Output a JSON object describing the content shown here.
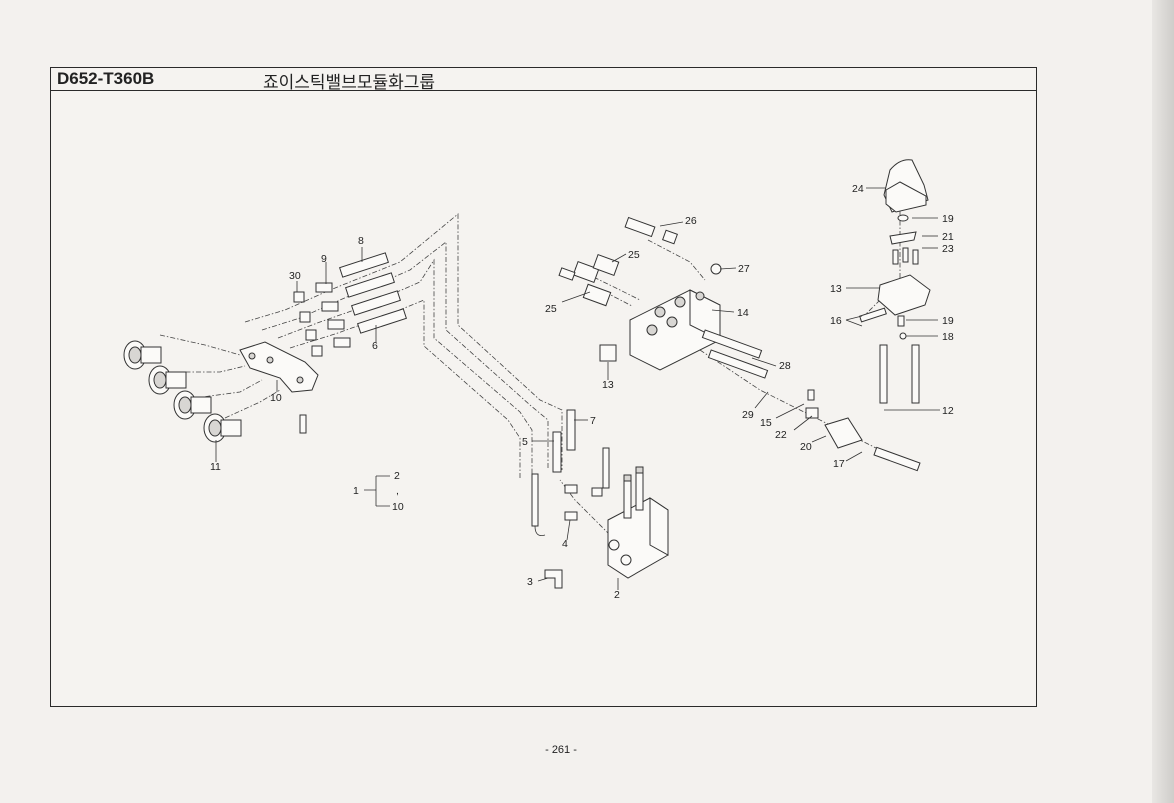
{
  "header": {
    "model_code": "D652-T360B",
    "title": "죠이스틱밸브모듈화그룹"
  },
  "callouts": [
    {
      "id": "c8",
      "label": "8"
    },
    {
      "id": "c9",
      "label": "9"
    },
    {
      "id": "c30",
      "label": "30"
    },
    {
      "id": "c6",
      "label": "6"
    },
    {
      "id": "c10",
      "label": "10"
    },
    {
      "id": "c11",
      "label": "11"
    },
    {
      "id": "c26",
      "label": "26"
    },
    {
      "id": "c25a",
      "label": "25"
    },
    {
      "id": "c27",
      "label": "27"
    },
    {
      "id": "c25b",
      "label": "25"
    },
    {
      "id": "c14",
      "label": "14"
    },
    {
      "id": "c13a",
      "label": "13"
    },
    {
      "id": "c28",
      "label": "28"
    },
    {
      "id": "c29",
      "label": "29"
    },
    {
      "id": "c15",
      "label": "15"
    },
    {
      "id": "c22",
      "label": "22"
    },
    {
      "id": "c20",
      "label": "20"
    },
    {
      "id": "c17",
      "label": "17"
    },
    {
      "id": "c24",
      "label": "24"
    },
    {
      "id": "c19a",
      "label": "19"
    },
    {
      "id": "c21",
      "label": "21"
    },
    {
      "id": "c23",
      "label": "23"
    },
    {
      "id": "c13b",
      "label": "13"
    },
    {
      "id": "c16",
      "label": "16"
    },
    {
      "id": "c19b",
      "label": "19"
    },
    {
      "id": "c18",
      "label": "18"
    },
    {
      "id": "c12",
      "label": "12"
    },
    {
      "id": "c7",
      "label": "7"
    },
    {
      "id": "c5",
      "label": "5"
    },
    {
      "id": "c4",
      "label": "4"
    },
    {
      "id": "c3",
      "label": "3"
    },
    {
      "id": "c2",
      "label": "2"
    }
  ],
  "assembly_legend": {
    "parent": "1",
    "children": [
      "2",
      ",",
      "10"
    ]
  },
  "footer": {
    "page_number": "- 261 -"
  }
}
